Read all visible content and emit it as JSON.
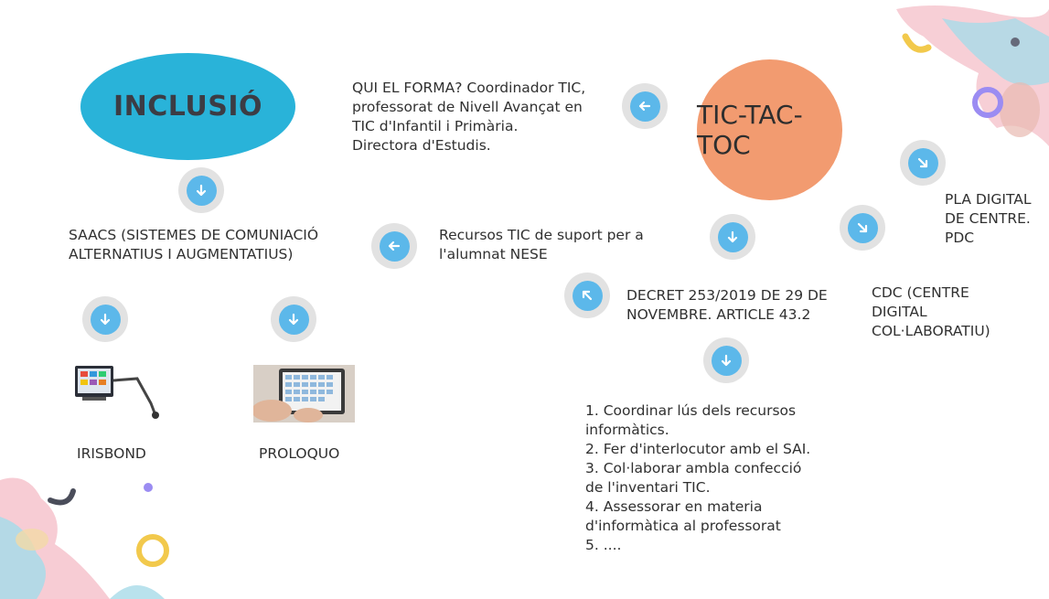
{
  "nodes": {
    "inclusio": "INCLUSIÓ",
    "tic": "TIC-TAC-TOC",
    "qui_forma": [
      "QUI EL FORMA? Coordinador TIC,",
      "professorat de Nivell Avançat en",
      "TIC d'Infantil i Primària.",
      "Directora d'Estudis."
    ],
    "saacs": [
      "SAACS (SISTEMES DE COMUNIACIÓ",
      "ALTERNATIUS I AUGMENTATIUS)"
    ],
    "recursos": [
      "Recursos TIC de suport per a",
      "l'alumnat NESE"
    ],
    "pla_digital": [
      "PLA DIGITAL",
      "DE  CENTRE.",
      "PDC"
    ],
    "cdc": [
      "CDC (CENTRE",
      "DIGITAL",
      "COL·LABORATIU)"
    ],
    "decret": [
      "DECRET 253/2019 DE 29 DE",
      "NOVEMBRE. ARTICLE 43.2"
    ],
    "funcions": [
      "1. Coordinar lús dels recursos",
      "informàtics.",
      "2. Fer d'interlocutor amb el SAI.",
      "3. Col·laborar ambla confecció",
      "de l'inventari TIC.",
      "4. Assessorar en materia",
      "d'informàtica al professorat",
      "5. ...."
    ],
    "irisbond": "IRISBOND",
    "proloquo": "PROLOQUO"
  },
  "colors": {
    "inclusio": "#29b3d9",
    "tic": "#f29b70",
    "arrow": "#5cb8ea",
    "arrow_ring": "#e2e2e2"
  },
  "icons": {
    "arrow_down": "arrow-down-icon",
    "arrow_left": "arrow-left-icon",
    "arrow_down_right": "arrow-down-right-icon",
    "arrow_up_left": "arrow-up-left-icon"
  }
}
